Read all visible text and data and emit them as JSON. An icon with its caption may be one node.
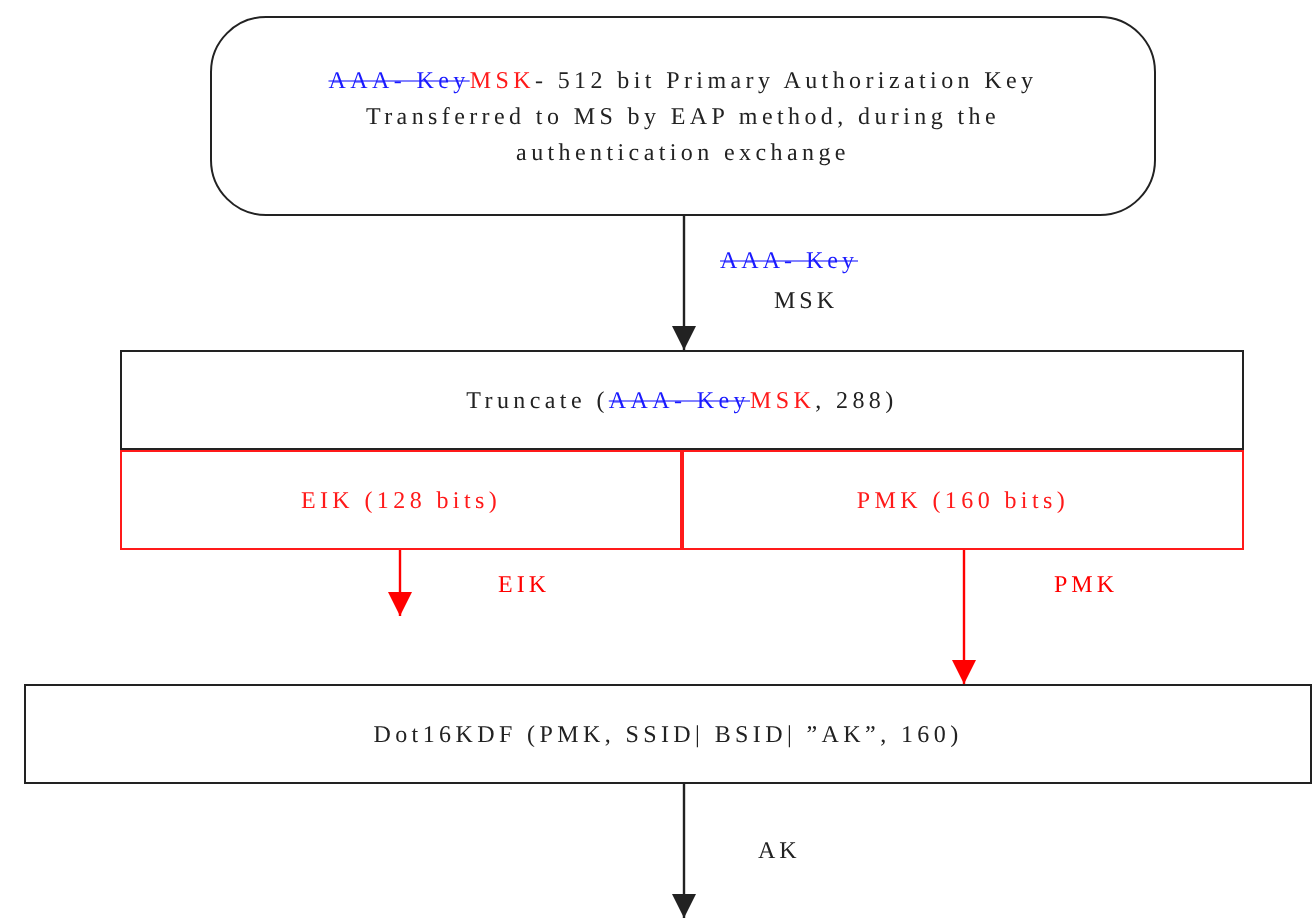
{
  "diagram": {
    "nodes": [
      {
        "text": [
          "AAA- Key",
          "MSK",
          "- 512 bit Primary Authorization Key Transferred to MS by EAP method, during the authentication exchange"
        ]
      },
      {
        "text": [
          "Truncate (",
          "AAA- Key",
          "MSK",
          ", 288)"
        ]
      },
      {
        "text": [
          "EIK (128 bits)"
        ]
      },
      {
        "text": [
          "PMK (160 bits)"
        ]
      },
      {
        "text": [
          "Dot16KDF (PMK, SSID| BSID| ”AK”, 160)"
        ]
      }
    ],
    "edges": [
      {
        "from": 0,
        "to": 1,
        "arrow": "to",
        "label": "MSK"
      },
      {
        "from": 2,
        "to": null,
        "arrow": "to",
        "label": "EIK",
        "color": "#ff0000"
      },
      {
        "from": 3,
        "to": 4,
        "arrow": "to",
        "label": "PMK",
        "color": "#ff0000"
      },
      {
        "from": 4,
        "to": null,
        "arrow": "to",
        "label": "AK"
      }
    ],
    "labels": [
      "AAA- Key"
    ]
  }
}
